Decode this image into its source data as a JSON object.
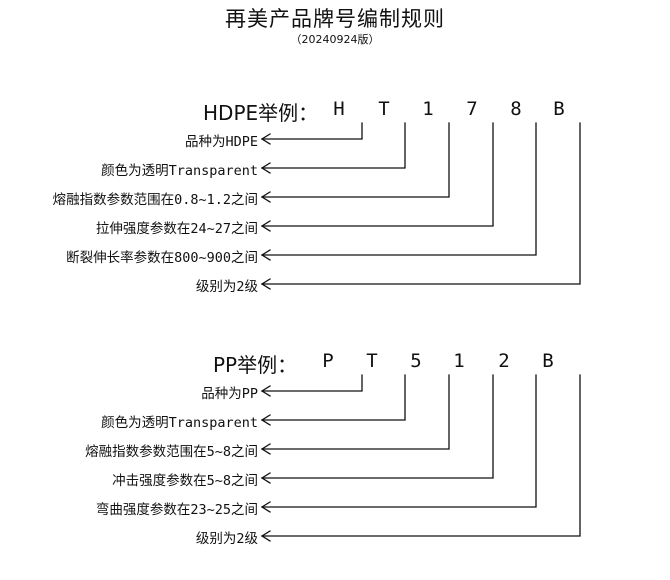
{
  "title": "再美产品牌号编制规则",
  "subtitle": "（20240924版）",
  "examples": [
    {
      "heading": "HDPE举例：",
      "code": [
        "H",
        "T",
        "1",
        "7",
        "8",
        "B"
      ],
      "rows": [
        "品种为HDPE",
        "颜色为透明Transparent",
        "熔融指数参数范围在0.8~1.2之间",
        "拉伸强度参数在24~27之间",
        "断裂伸长率参数在800~900之间",
        "级别为2级"
      ]
    },
    {
      "heading": "PP举例：",
      "code": [
        "P",
        "T",
        "5",
        "1",
        "2",
        "B"
      ],
      "rows": [
        "品种为PP",
        "颜色为透明Transparent",
        "熔融指数参数范围在5~8之间",
        "冲击强度参数在5~8之间",
        "弯曲强度参数在23~25之间",
        "级别为2级"
      ]
    }
  ]
}
